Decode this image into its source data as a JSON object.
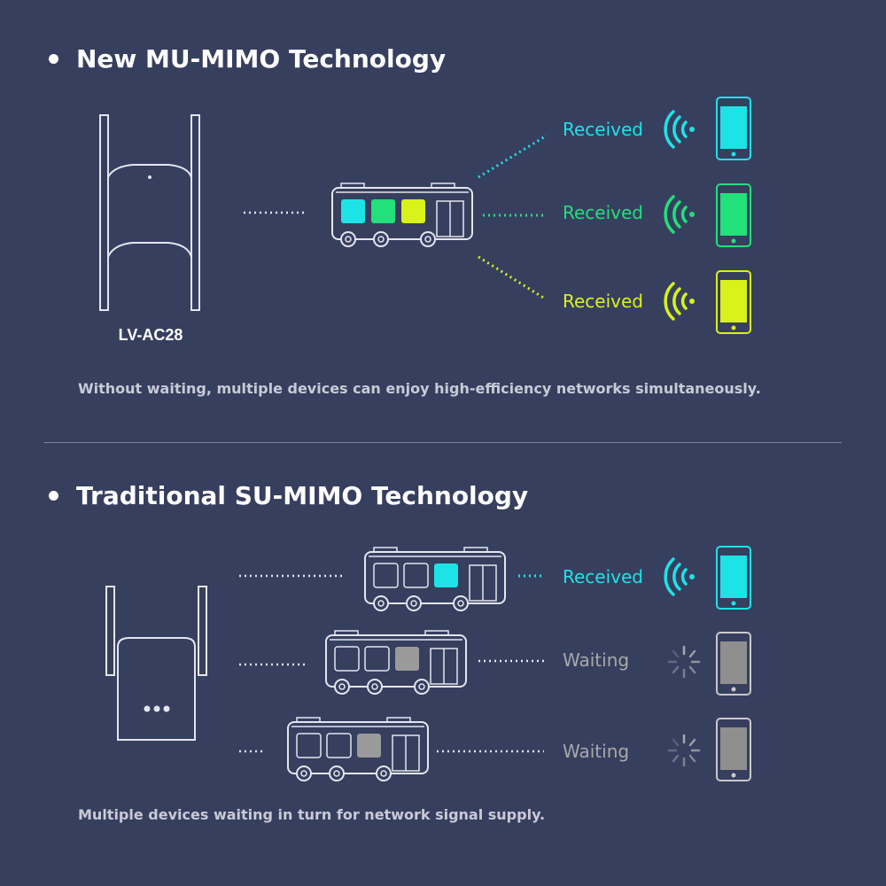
{
  "mu_section": {
    "title": "New MU-MIMO Technology",
    "device_label": "LV-AC28",
    "caption": "Without waiting, multiple devices can enjoy high-efficiency networks simultaneously.",
    "statuses": [
      "Received",
      "Received",
      "Received"
    ]
  },
  "su_section": {
    "title": "Traditional SU-MIMO Technology",
    "caption": "Multiple devices waiting in turn for network signal supply.",
    "statuses": [
      "Received",
      "Waiting",
      "Waiting"
    ]
  },
  "colors": {
    "background": "#373f5f",
    "cyan": "#1ee3e6",
    "green": "#22e07a",
    "yellow": "#d8f21a",
    "gray": "#8f8f8f",
    "line": "#e4e6ee"
  },
  "icons": [
    "router-icon",
    "bus-icon",
    "wifi-signal-icon",
    "loading-spinner-icon",
    "phone-icon"
  ]
}
